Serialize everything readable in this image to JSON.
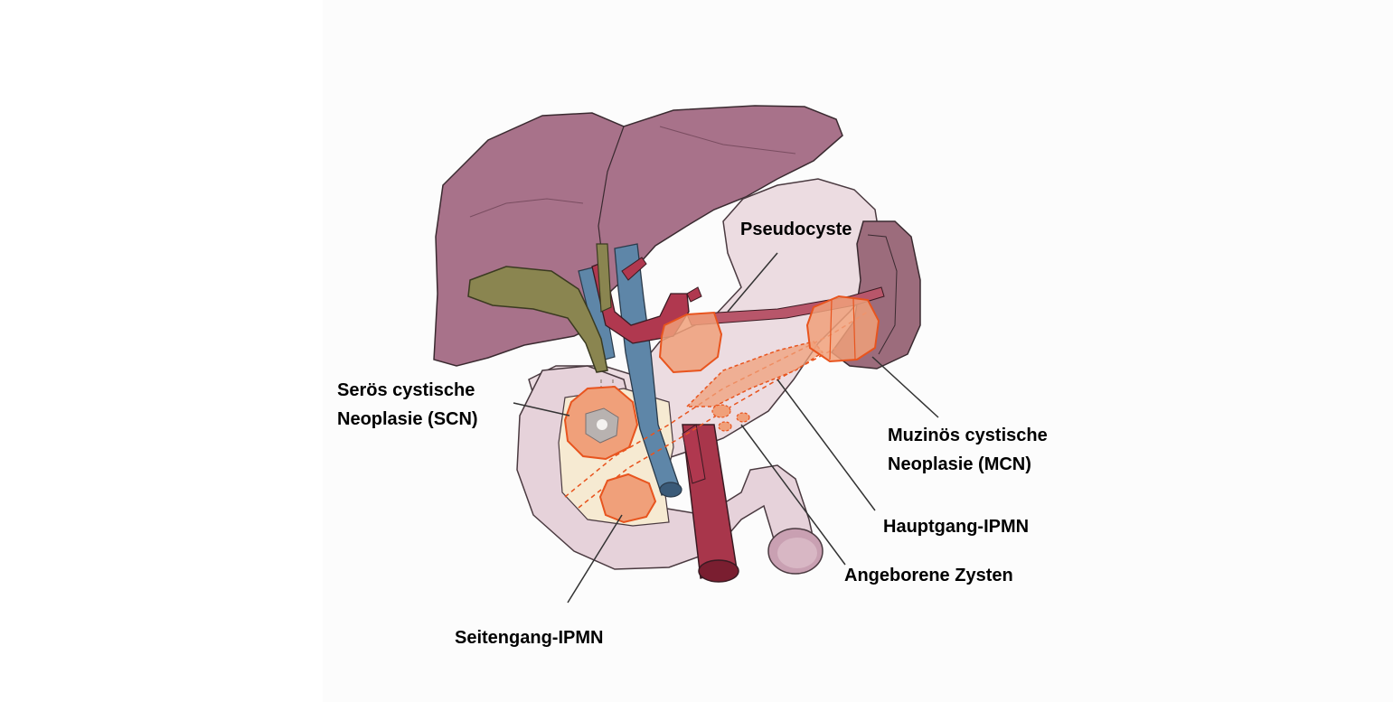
{
  "labels": {
    "pseudocyste": "Pseudocyste",
    "scn_line1": "Serös cystische",
    "scn_line2": "Neoplasie (SCN)",
    "mcn_line1": "Muzinös cystische",
    "mcn_line2": "Neoplasie (MCN)",
    "hauptgang": "Hauptgang-IPMN",
    "angeborene": "Angeborene Zysten",
    "seitengang": "Seitengang-IPMN"
  },
  "colors": {
    "liver": "#a8728a",
    "gallbladder": "#8a8550",
    "pancreas": "#ead8de",
    "duodenum_inner": "#f6ead2",
    "artery": "#b0384f",
    "vein": "#5e86a8",
    "cyst": "#f0a07a",
    "cyst_outline": "#e8541e",
    "spleen": "#9c6c7c"
  }
}
